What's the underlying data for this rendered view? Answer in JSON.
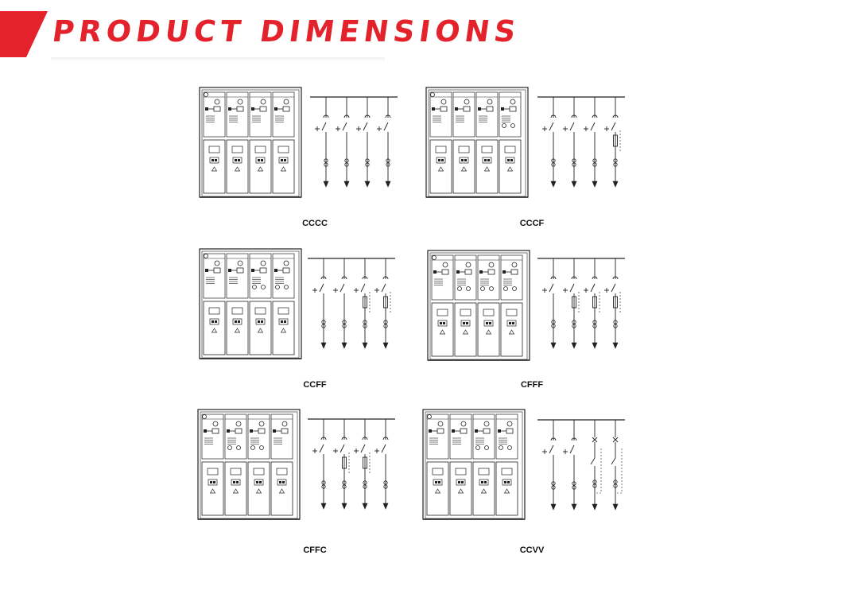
{
  "header": {
    "title": "PRODUCT DIMENSIONS"
  },
  "configurations": [
    {
      "code": "CCCC",
      "units": [
        "C",
        "C",
        "C",
        "C"
      ]
    },
    {
      "code": "CCCF",
      "units": [
        "C",
        "C",
        "C",
        "F"
      ]
    },
    {
      "code": "CCFF",
      "units": [
        "C",
        "C",
        "F",
        "F"
      ]
    },
    {
      "code": "CFFF",
      "units": [
        "C",
        "F",
        "F",
        "F"
      ]
    },
    {
      "code": "CFFC",
      "units": [
        "C",
        "F",
        "F",
        "C"
      ]
    },
    {
      "code": "CCVV",
      "units": [
        "C",
        "C",
        "V",
        "V"
      ]
    }
  ],
  "colors": {
    "accent": "#e3222b",
    "line": "#222222"
  }
}
